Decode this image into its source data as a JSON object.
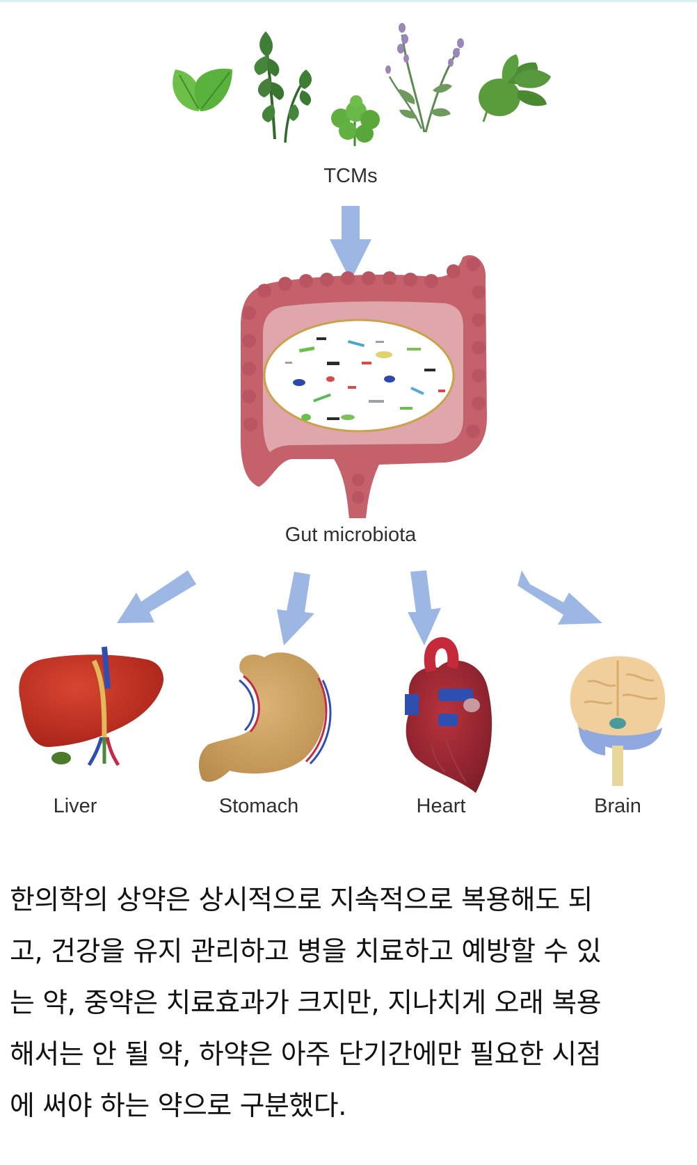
{
  "diagram": {
    "top_label": "TCMs",
    "middle_label": "Gut microbiota",
    "organs": [
      {
        "label": "Liver"
      },
      {
        "label": "Stomach"
      },
      {
        "label": "Heart"
      },
      {
        "label": "Brain"
      }
    ],
    "colors": {
      "arrow": "#9db7e4",
      "herb_green": "#4e9e3a",
      "intestine": "#c4616a",
      "microbe_oval_fill": "#ffffff"
    },
    "icons": [
      "mint-leaf-icon",
      "arugula-icon",
      "cilantro-icon",
      "lavender-icon",
      "radish-icon",
      "intestine-icon",
      "liver-icon",
      "stomach-icon",
      "heart-icon",
      "brain-icon"
    ]
  },
  "caption": {
    "lines": [
      "한의학의 상약은 상시적으로 지속적으로 복용해도 되",
      "고, 건강을 유지 관리하고 병을 치료하고 예방할 수 있",
      "는 약, 중약은 치료효과가 크지만, 지나치게 오래 복용",
      "해서는 안 될 약, 하약은 아주 단기간에만 필요한 시점",
      "에 써야 하는 약으로 구분했다."
    ]
  }
}
